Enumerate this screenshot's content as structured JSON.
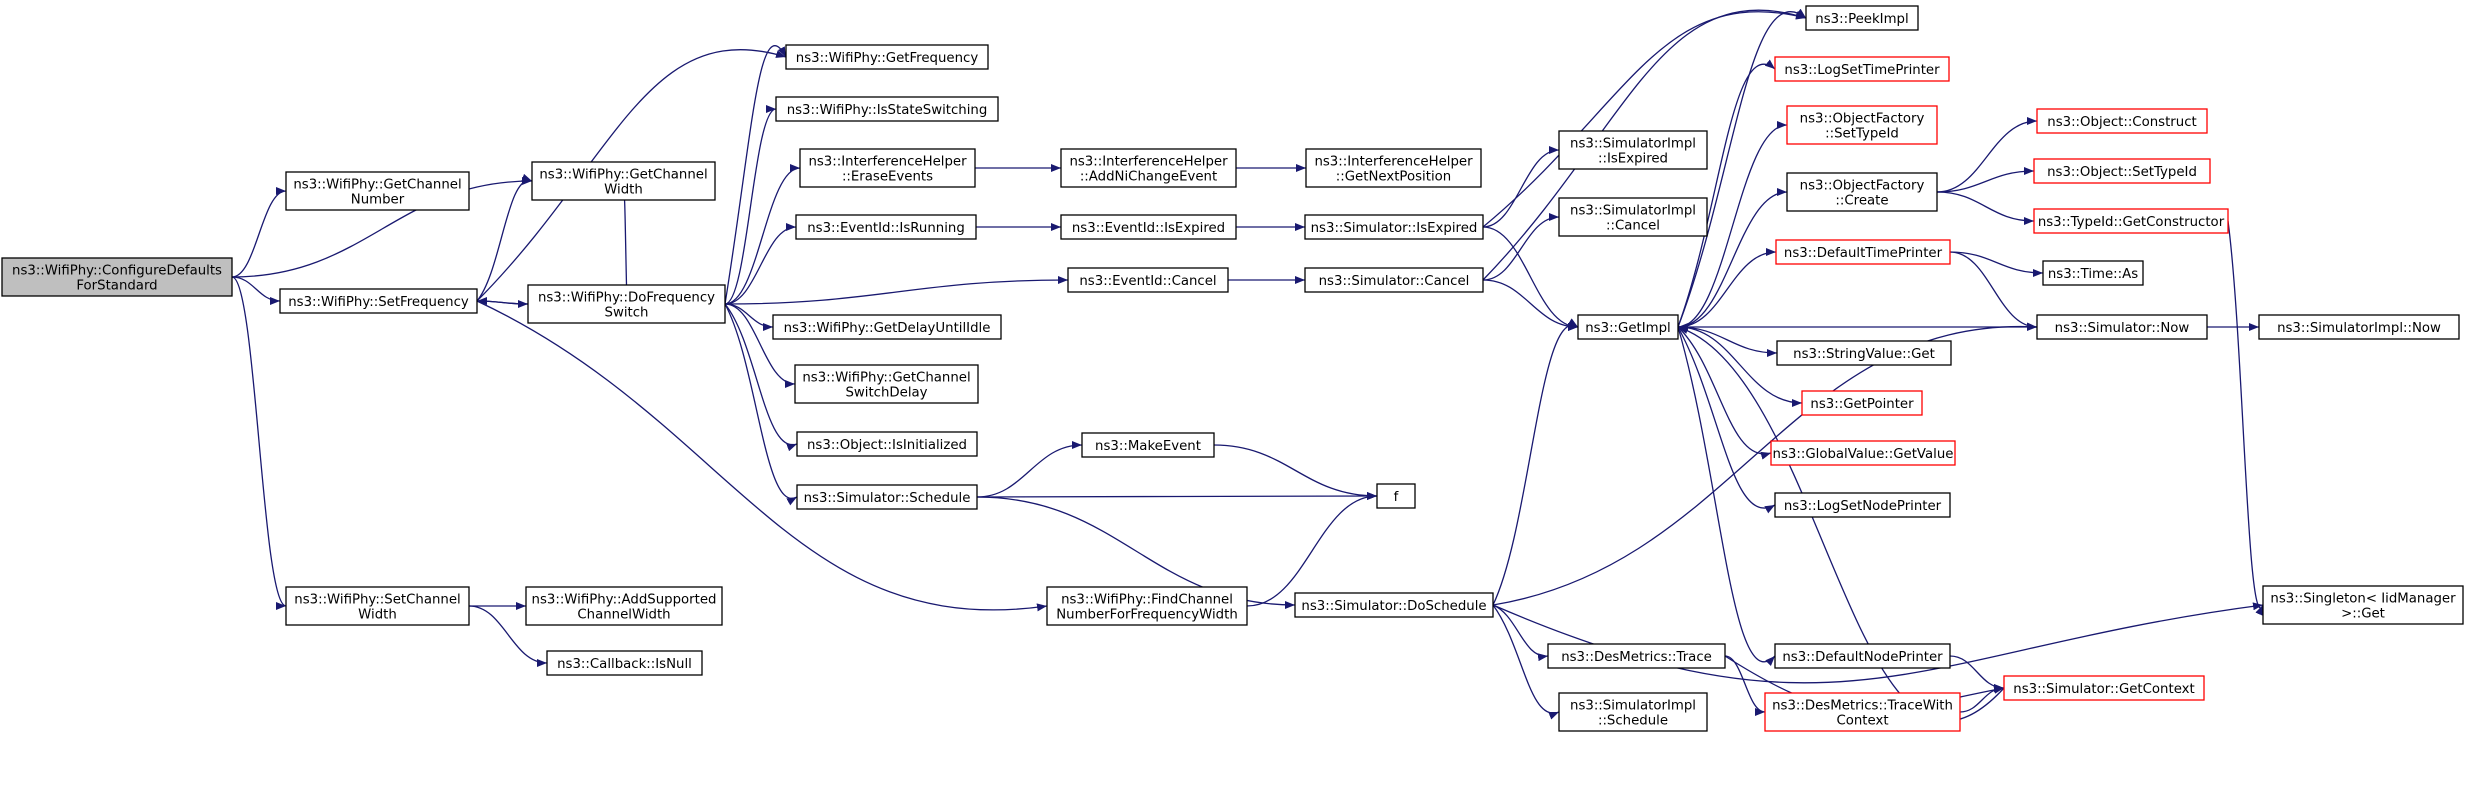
{
  "diagram": {
    "colors": {
      "edge": "#191970",
      "node_border": "#000000",
      "node_border_truncated": "#ff0000",
      "node_fill": "#ffffff",
      "root_fill": "#bfbfbf",
      "text": "#000000"
    },
    "nodes": [
      {
        "id": "configure",
        "lines": [
          "ns3::WifiPhy::ConfigureDefaults",
          "ForStandard"
        ],
        "style": "root"
      },
      {
        "id": "getchannelnumber",
        "lines": [
          "ns3::WifiPhy::GetChannel",
          "Number"
        ],
        "style": "normal"
      },
      {
        "id": "getchannelwidth",
        "lines": [
          "ns3::WifiPhy::GetChannel",
          "Width"
        ],
        "style": "normal"
      },
      {
        "id": "setfrequency",
        "lines": [
          "ns3::WifiPhy::SetFrequency"
        ],
        "style": "normal"
      },
      {
        "id": "setchannelwidth",
        "lines": [
          "ns3::WifiPhy::SetChannel",
          "Width"
        ],
        "style": "normal"
      },
      {
        "id": "getfrequency",
        "lines": [
          "ns3::WifiPhy::GetFrequency"
        ],
        "style": "normal"
      },
      {
        "id": "isstateswitching",
        "lines": [
          "ns3::WifiPhy::IsStateSwitching"
        ],
        "style": "normal"
      },
      {
        "id": "dofrequencyswitch",
        "lines": [
          "ns3::WifiPhy::DoFrequency",
          "Switch"
        ],
        "style": "normal"
      },
      {
        "id": "interferenceerase",
        "lines": [
          "ns3::InterferenceHelper",
          "::EraseEvents"
        ],
        "style": "normal"
      },
      {
        "id": "eventidisrunning",
        "lines": [
          "ns3::EventId::IsRunning"
        ],
        "style": "normal"
      },
      {
        "id": "getdelayuntilidle",
        "lines": [
          "ns3::WifiPhy::GetDelayUntilIdle"
        ],
        "style": "normal"
      },
      {
        "id": "getchannelswitchdelay",
        "lines": [
          "ns3::WifiPhy::GetChannel",
          "SwitchDelay"
        ],
        "style": "normal"
      },
      {
        "id": "objectisinitialized",
        "lines": [
          "ns3::Object::IsInitialized"
        ],
        "style": "normal"
      },
      {
        "id": "simulatorschedule",
        "lines": [
          "ns3::Simulator::Schedule"
        ],
        "style": "normal"
      },
      {
        "id": "addsupportedchannelwidth",
        "lines": [
          "ns3::WifiPhy::AddSupported",
          "ChannelWidth"
        ],
        "style": "normal"
      },
      {
        "id": "callbackisnull",
        "lines": [
          "ns3::Callback::IsNull"
        ],
        "style": "normal"
      },
      {
        "id": "interferenceaddni",
        "lines": [
          "ns3::InterferenceHelper",
          "::AddNiChangeEvent"
        ],
        "style": "normal"
      },
      {
        "id": "interferencenextpos",
        "lines": [
          "ns3::InterferenceHelper",
          "::GetNextPosition"
        ],
        "style": "normal"
      },
      {
        "id": "eventidisexpired",
        "lines": [
          "ns3::EventId::IsExpired"
        ],
        "style": "normal"
      },
      {
        "id": "eventidcancel",
        "lines": [
          "ns3::EventId::Cancel"
        ],
        "style": "normal"
      },
      {
        "id": "makeevent",
        "lines": [
          "ns3::MakeEvent"
        ],
        "style": "normal"
      },
      {
        "id": "f",
        "lines": [
          "f"
        ],
        "style": "normal"
      },
      {
        "id": "findchannelnumber",
        "lines": [
          "ns3::WifiPhy::FindChannel",
          "NumberForFrequencyWidth"
        ],
        "style": "normal"
      },
      {
        "id": "simulatorisexpired",
        "lines": [
          "ns3::Simulator::IsExpired"
        ],
        "style": "normal"
      },
      {
        "id": "simulatorcancel",
        "lines": [
          "ns3::Simulator::Cancel"
        ],
        "style": "normal"
      },
      {
        "id": "simulatordoschedule",
        "lines": [
          "ns3::Simulator::DoSchedule"
        ],
        "style": "normal"
      },
      {
        "id": "simimplisexpired",
        "lines": [
          "ns3::SimulatorImpl",
          "::IsExpired"
        ],
        "style": "normal"
      },
      {
        "id": "simimplcancel",
        "lines": [
          "ns3::SimulatorImpl",
          "::Cancel"
        ],
        "style": "normal"
      },
      {
        "id": "getimpl",
        "lines": [
          "ns3::GetImpl"
        ],
        "style": "normal"
      },
      {
        "id": "desmetricstrace",
        "lines": [
          "ns3::DesMetrics::Trace"
        ],
        "style": "normal"
      },
      {
        "id": "simimplschedule",
        "lines": [
          "ns3::SimulatorImpl",
          "::Schedule"
        ],
        "style": "normal"
      },
      {
        "id": "peekimpl",
        "lines": [
          "ns3::PeekImpl"
        ],
        "style": "normal"
      },
      {
        "id": "logsettimeprinter",
        "lines": [
          "ns3::LogSetTimePrinter"
        ],
        "style": "truncated"
      },
      {
        "id": "objectfactorysettypeid",
        "lines": [
          "ns3::ObjectFactory",
          "::SetTypeId"
        ],
        "style": "truncated"
      },
      {
        "id": "objectfactorycreate",
        "lines": [
          "ns3::ObjectFactory",
          "::Create"
        ],
        "style": "normal"
      },
      {
        "id": "defaulttimeprinter",
        "lines": [
          "ns3::DefaultTimePrinter"
        ],
        "style": "truncated"
      },
      {
        "id": "stringvalueget",
        "lines": [
          "ns3::StringValue::Get"
        ],
        "style": "normal"
      },
      {
        "id": "getpointer",
        "lines": [
          "ns3::GetPointer"
        ],
        "style": "truncated"
      },
      {
        "id": "globalvaluegetvalue",
        "lines": [
          "ns3::GlobalValue::GetValue"
        ],
        "style": "truncated"
      },
      {
        "id": "logsetnodeprinter",
        "lines": [
          "ns3::LogSetNodePrinter"
        ],
        "style": "normal"
      },
      {
        "id": "defaultnodeprinter",
        "lines": [
          "ns3::DefaultNodePrinter"
        ],
        "style": "normal"
      },
      {
        "id": "desmetricstracewithcontext",
        "lines": [
          "ns3::DesMetrics::TraceWith",
          "Context"
        ],
        "style": "truncated"
      },
      {
        "id": "objectconstruct",
        "lines": [
          "ns3::Object::Construct"
        ],
        "style": "truncated"
      },
      {
        "id": "objectsettypeid",
        "lines": [
          "ns3::Object::SetTypeId"
        ],
        "style": "truncated"
      },
      {
        "id": "typeidgetconstructor",
        "lines": [
          "ns3::TypeId::GetConstructor"
        ],
        "style": "truncated"
      },
      {
        "id": "timeas",
        "lines": [
          "ns3::Time::As"
        ],
        "style": "normal"
      },
      {
        "id": "simulatornow",
        "lines": [
          "ns3::Simulator::Now"
        ],
        "style": "normal"
      },
      {
        "id": "simulatorgetcontext",
        "lines": [
          "ns3::Simulator::GetContext"
        ],
        "style": "truncated"
      },
      {
        "id": "simimplnow",
        "lines": [
          "ns3::SimulatorImpl::Now"
        ],
        "style": "normal"
      },
      {
        "id": "singletonget",
        "lines": [
          "ns3::Singleton< IidManager",
          " >::Get"
        ],
        "style": "normal"
      }
    ],
    "edges": [
      [
        "configure",
        "getchannelnumber"
      ],
      [
        "configure",
        "getchannelwidth"
      ],
      [
        "configure",
        "setfrequency"
      ],
      [
        "configure",
        "setchannelwidth"
      ],
      [
        "setfrequency",
        "getfrequency"
      ],
      [
        "setfrequency",
        "getchannelwidth"
      ],
      [
        "setfrequency",
        "dofrequencyswitch"
      ],
      [
        "setfrequency",
        "findchannelnumber"
      ],
      [
        "setchannelwidth",
        "addsupportedchannelwidth"
      ],
      [
        "setchannelwidth",
        "callbackisnull"
      ],
      [
        "dofrequencyswitch",
        "getfrequency"
      ],
      [
        "dofrequencyswitch",
        "isstateswitching"
      ],
      [
        "dofrequencyswitch",
        "getchannelwidth"
      ],
      [
        "dofrequencyswitch",
        "interferenceerase"
      ],
      [
        "dofrequencyswitch",
        "eventidisrunning"
      ],
      [
        "dofrequencyswitch",
        "eventidcancel"
      ],
      [
        "dofrequencyswitch",
        "setfrequency"
      ],
      [
        "dofrequencyswitch",
        "getdelayuntilidle"
      ],
      [
        "dofrequencyswitch",
        "getchannelswitchdelay"
      ],
      [
        "dofrequencyswitch",
        "objectisinitialized"
      ],
      [
        "dofrequencyswitch",
        "simulatorschedule"
      ],
      [
        "interferenceerase",
        "interferenceaddni"
      ],
      [
        "interferenceaddni",
        "interferencenextpos"
      ],
      [
        "eventidisrunning",
        "eventidisexpired"
      ],
      [
        "eventidisexpired",
        "simulatorisexpired"
      ],
      [
        "eventidcancel",
        "simulatorcancel"
      ],
      [
        "simulatorisexpired",
        "simimplisexpired"
      ],
      [
        "simulatorisexpired",
        "peekimpl"
      ],
      [
        "simulatorisexpired",
        "getimpl"
      ],
      [
        "simulatorcancel",
        "simimplcancel"
      ],
      [
        "simulatorcancel",
        "peekimpl"
      ],
      [
        "simulatorcancel",
        "getimpl"
      ],
      [
        "simulatorschedule",
        "makeevent"
      ],
      [
        "simulatorschedule",
        "f"
      ],
      [
        "simulatorschedule",
        "simulatordoschedule"
      ],
      [
        "makeevent",
        "f"
      ],
      [
        "findchannelnumber",
        "f"
      ],
      [
        "simulatordoschedule",
        "getimpl"
      ],
      [
        "simulatordoschedule",
        "simulatornow"
      ],
      [
        "simulatordoschedule",
        "desmetricstrace"
      ],
      [
        "simulatordoschedule",
        "simimplschedule"
      ],
      [
        "simulatordoschedule",
        "singletonget"
      ],
      [
        "desmetricstrace",
        "desmetricstracewithcontext"
      ],
      [
        "desmetricstrace",
        "simulatorgetcontext"
      ],
      [
        "desmetricstracewithcontext",
        "simulatorgetcontext"
      ],
      [
        "getimpl",
        "peekimpl"
      ],
      [
        "getimpl",
        "logsettimeprinter"
      ],
      [
        "getimpl",
        "objectfactorysettypeid"
      ],
      [
        "getimpl",
        "objectfactorycreate"
      ],
      [
        "getimpl",
        "defaulttimeprinter"
      ],
      [
        "getimpl",
        "stringvalueget"
      ],
      [
        "getimpl",
        "getpointer"
      ],
      [
        "getimpl",
        "globalvaluegetvalue"
      ],
      [
        "getimpl",
        "logsetnodeprinter"
      ],
      [
        "getimpl",
        "defaultnodeprinter"
      ],
      [
        "objectfactorycreate",
        "objectconstruct"
      ],
      [
        "objectfactorycreate",
        "objectsettypeid"
      ],
      [
        "objectfactorycreate",
        "typeidgetconstructor"
      ],
      [
        "typeidgetconstructor",
        "singletonget"
      ],
      [
        "defaulttimeprinter",
        "timeas"
      ],
      [
        "defaulttimeprinter",
        "simulatornow"
      ],
      [
        "simulatornow",
        "getimpl"
      ],
      [
        "simulatornow",
        "simimplnow"
      ],
      [
        "defaultnodeprinter",
        "simulatorgetcontext"
      ],
      [
        "simulatorgetcontext",
        "getimpl"
      ]
    ]
  }
}
